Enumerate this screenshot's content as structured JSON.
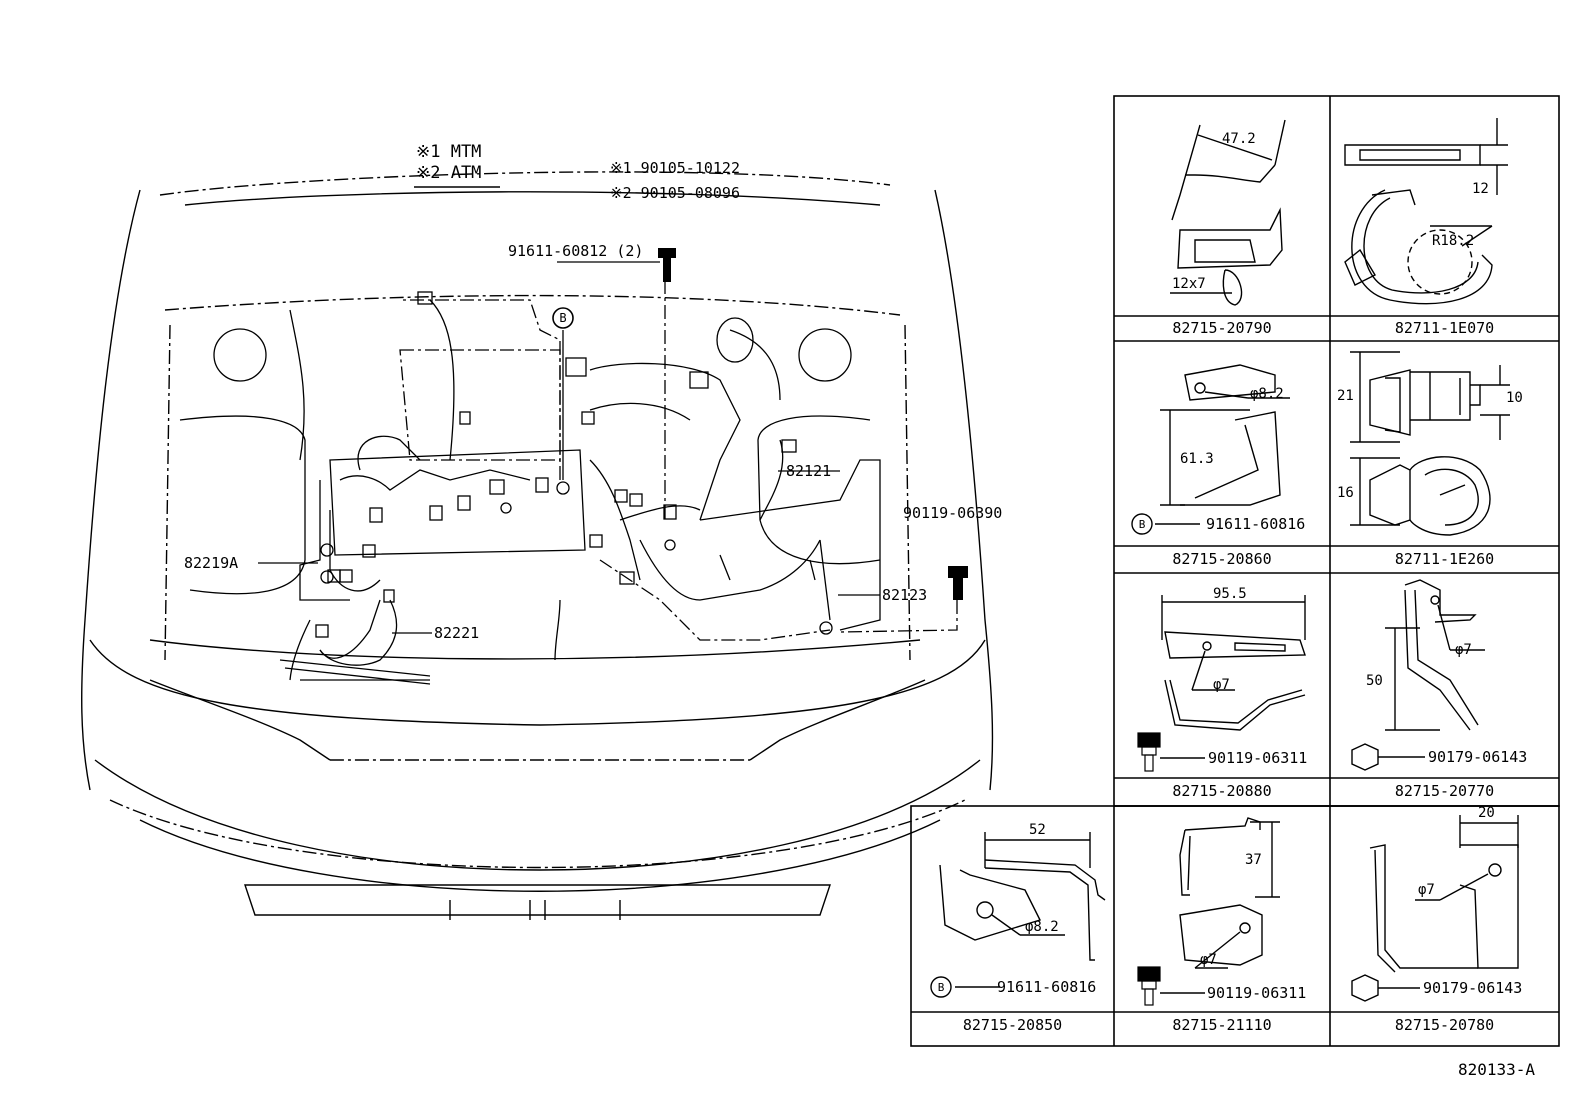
{
  "legend": {
    "line1": "※1 MTM",
    "line2": "※2 ATM"
  },
  "bolts_top": {
    "b1": "※1 90105-10122",
    "b2": "※2 90105-08096"
  },
  "callouts": {
    "c91611": "91611-60812 (2)",
    "cB": "B",
    "c82121": "82121",
    "c90119": "90119-06390",
    "c82219A": "82219A",
    "c82123": "82123",
    "c82221": "82221"
  },
  "table": {
    "cells": [
      {
        "caption": "82715-20790",
        "dims": [
          "47.2",
          "12x7"
        ],
        "part": ""
      },
      {
        "caption": "82711-1E070",
        "dims": [
          "12",
          "R18.2"
        ],
        "part": ""
      },
      {
        "caption": "82715-20860",
        "dims": [
          "φ8.2",
          "61.3"
        ],
        "part": "91611-60816",
        "circle": "B"
      },
      {
        "caption": "82711-1E260",
        "dims": [
          "21",
          "10",
          "16"
        ],
        "part": ""
      },
      {
        "caption": "82715-20880",
        "dims": [
          "95.5",
          "φ7"
        ],
        "part": "90119-06311"
      },
      {
        "caption": "82715-20770",
        "dims": [
          "φ7",
          "50"
        ],
        "part": "90179-06143"
      },
      {
        "caption": "82715-20850",
        "dims": [
          "52",
          "φ8.2"
        ],
        "part": "91611-60816",
        "circle": "B"
      },
      {
        "caption": "82715-21110",
        "dims": [
          "37",
          "φ7"
        ],
        "part": "90119-06311"
      },
      {
        "caption": "82715-20780",
        "dims": [
          "20",
          "φ7"
        ],
        "part": "90179-06143"
      }
    ]
  },
  "figure_id": "820133-A"
}
